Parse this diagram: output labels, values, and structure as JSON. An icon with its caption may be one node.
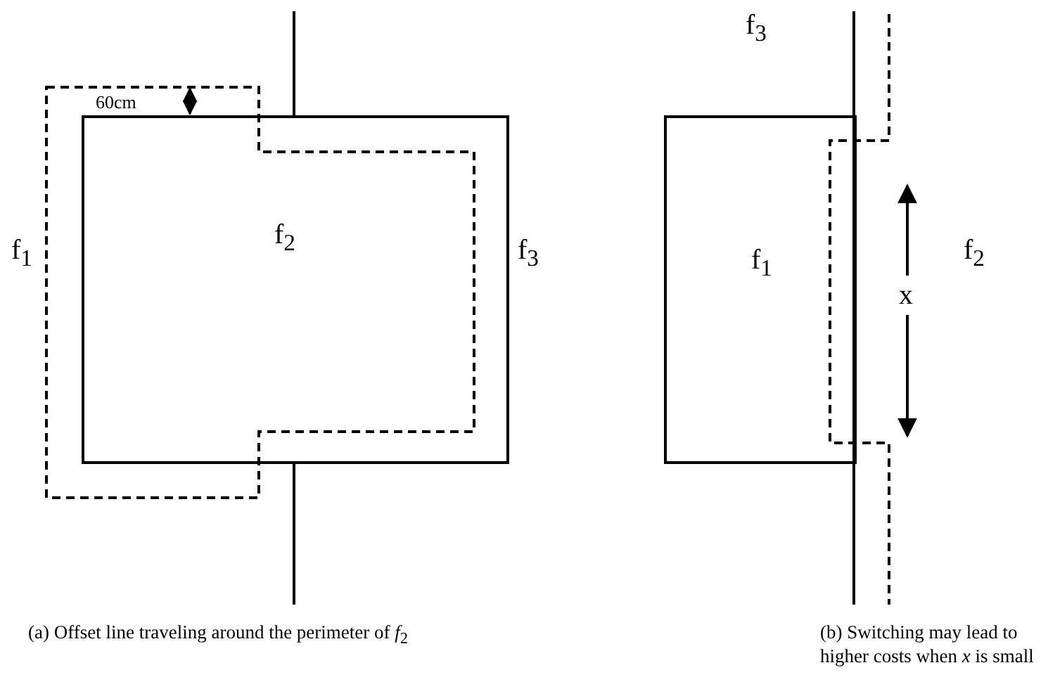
{
  "diagram": {
    "nodes": [
      {
        "text": [
          "f$_{2}$"
        ]
      },
      {
        "text": [
          "f$_{1}$"
        ]
      }
    ],
    "labels": [
      "f$_{3}$",
      "60cm",
      "f$_{1}$",
      "f$_{3}$",
      "x",
      "f$_{2}$",
      "(a) Offset line traveling around the perimeter of *f*$_{2}$",
      "(b) Switching may lead to higher costs when *x* is small"
    ]
  }
}
